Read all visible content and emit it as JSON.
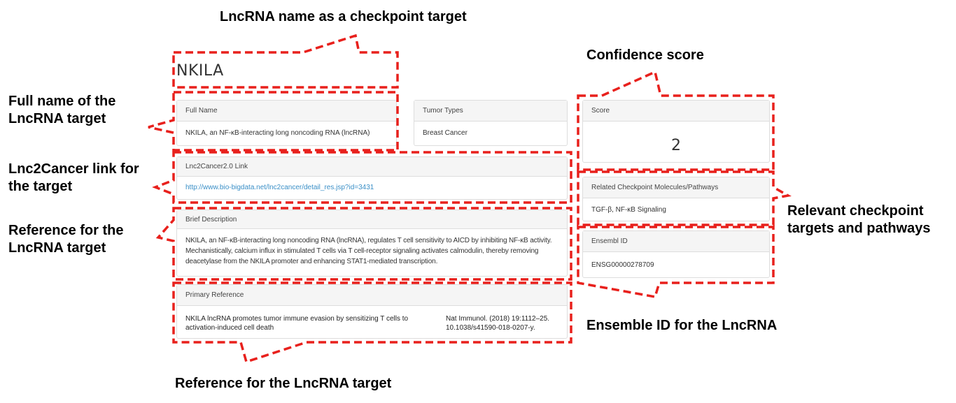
{
  "title": "NKILA",
  "panels": {
    "full_name": {
      "label": "Full Name",
      "value": "NKILA, an NF-κB-interacting long noncoding RNA (lncRNA)"
    },
    "tumor_types": {
      "label": "Tumor Types",
      "value": "Breast Cancer"
    },
    "score": {
      "label": "Score",
      "value": "2"
    },
    "lnc2cancer": {
      "label": "Lnc2Cancer2.0 Link",
      "value": "http://www.bio-bigdata.net/lnc2cancer/detail_res.jsp?id=3431"
    },
    "related": {
      "label": "Related Checkpoint Molecules/Pathways",
      "value": "TGF-β, NF-κB Signaling"
    },
    "description": {
      "label": "Brief Description",
      "value": "NKILA, an NF-κB-interacting long noncoding RNA (lncRNA), regulates T cell sensitivity to AICD by inhibiting NF-κB activity. Mechanistically, calcium influx in stimulated T cells via T cell-receptor signaling activates calmodulin, thereby removing deacetylase from the NKILA promoter and enhancing STAT1-mediated transcription."
    },
    "ensembl": {
      "label": "Ensembl ID",
      "value": "ENSG00000278709"
    },
    "reference": {
      "label": "Primary Reference",
      "title": "NKILA lncRNA promotes tumor immune evasion by sensitizing T cells to activation-induced cell death",
      "citation": "Nat Immunol. (2018) 19:1112–25. 10.1038/s41590-018-0207-y."
    }
  },
  "callouts": {
    "name": "LncRNA name as a checkpoint target",
    "confidence": "Confidence score",
    "full_name": "Full name of the LncRNA target",
    "lnc2cancer": "Lnc2Cancer link for the target",
    "reference_left": "Reference for the LncRNA target",
    "relevant": "Relevant checkpoint targets and pathways",
    "ensemble": "Ensemble ID for the LncRNA",
    "reference_bottom": "Reference for the LncRNA target"
  },
  "colors": {
    "dash": "#e8201c",
    "panel_border": "#dddddd",
    "panel_head": "#f5f5f5",
    "link": "#3a8fc7"
  }
}
